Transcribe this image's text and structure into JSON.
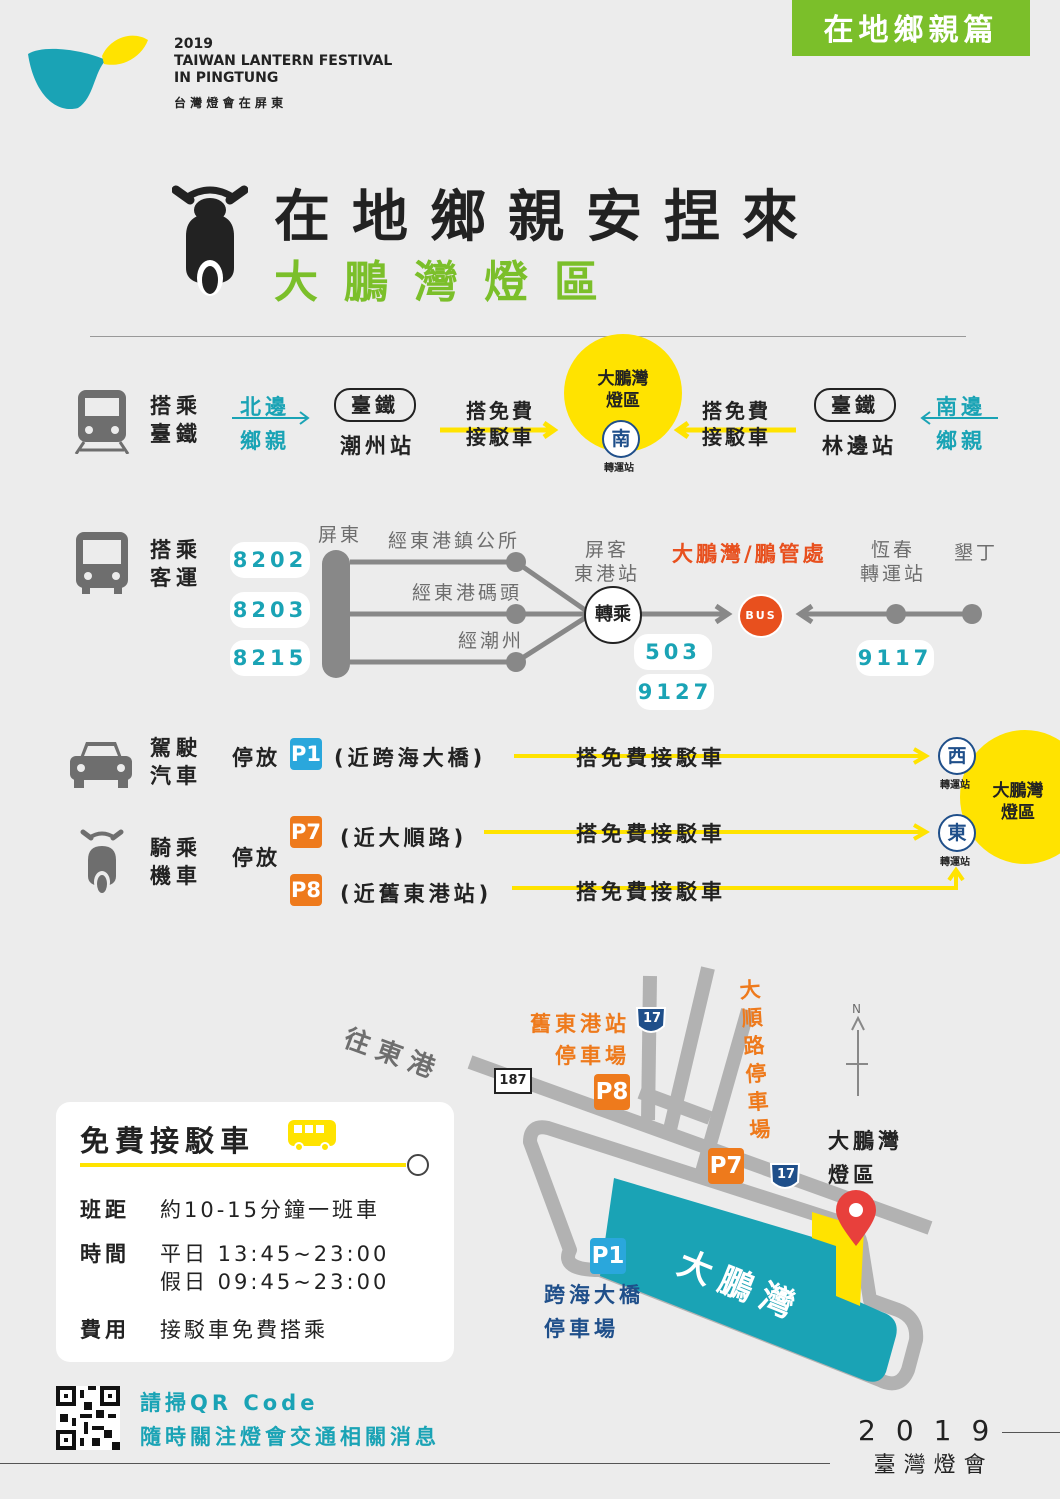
{
  "header": {
    "year": "2019",
    "event_line1": "TAIWAN LANTERN FESTIVAL",
    "event_line2": "IN PINGTUNG",
    "event_zh": "台 灣 燈 會 在 屏 東",
    "corner_tag": "在地鄉親篇"
  },
  "title": {
    "main": "在地鄉親安捏來",
    "sub": "大鵬灣燈區"
  },
  "rail": {
    "label": [
      "搭乘",
      "臺鐵"
    ],
    "north": [
      "北邊",
      "鄉親"
    ],
    "south": [
      "南邊",
      "鄉親"
    ],
    "left_station_brand": "臺鐵",
    "left_station": "潮州站",
    "right_station_brand": "臺鐵",
    "right_station": "林邊站",
    "shuttle_left": [
      "搭免費",
      "接駁車"
    ],
    "shuttle_right": [
      "搭免費",
      "接駁車"
    ],
    "zone": [
      "大鵬灣",
      "燈區"
    ],
    "hub_char": "南",
    "hub_caption": "轉運站"
  },
  "bus": {
    "label": [
      "搭乘",
      "客運"
    ],
    "routes": [
      "8202",
      "8203",
      "8215"
    ],
    "origin": "屏東",
    "via": [
      "經東港鎮公所",
      "經東港碼頭",
      "經潮州"
    ],
    "transfer_station": [
      "屏客",
      "東港站"
    ],
    "transfer": "轉乘",
    "connect_routes": [
      "503",
      "9127"
    ],
    "destination": "大鵬灣/鵬管處",
    "bus_tag": "BUS",
    "south_stop": [
      "恆春",
      "轉運站"
    ],
    "south_end": "墾丁",
    "south_route": "9117"
  },
  "car": {
    "label": [
      "駕駛",
      "汽車"
    ],
    "park": "停放",
    "lot": "P1",
    "lot_note": "(近跨海大橋)",
    "shuttle": "搭免費接駁車",
    "hub_char": "西",
    "hub_caption": "轉運站"
  },
  "scooter": {
    "label": [
      "騎乘",
      "機車"
    ],
    "park": "停放",
    "lot_a": "P7",
    "lot_a_note": "(近大順路)",
    "lot_b": "P8",
    "lot_b_note": "(近舊東港站)",
    "shuttle": "搭免費接駁車",
    "hub_char": "東",
    "hub_caption": "轉運站",
    "zone": [
      "大鵬灣",
      "燈區"
    ]
  },
  "map": {
    "to_donggang": "往東港",
    "road_187": "187",
    "road_17": "17",
    "p8_name": [
      "舊東港站",
      "停車場"
    ],
    "p8": "P8",
    "p7_name": "大順路停車場",
    "p7": "P7",
    "p1": "P1",
    "p1_name": [
      "跨海大橋",
      "停車場"
    ],
    "bay": "大鵬灣",
    "zone": [
      "大鵬灣",
      "燈區"
    ],
    "north": "N"
  },
  "shuttle_info": {
    "title": "免費接駁車",
    "rows": [
      {
        "k": "班距",
        "v": [
          "約10-15分鐘一班車"
        ]
      },
      {
        "k": "時間",
        "v": [
          "平日 13:45~23:00",
          "假日 09:45~23:00"
        ]
      },
      {
        "k": "費用",
        "v": [
          "接駁車免費搭乘"
        ]
      }
    ]
  },
  "footer": {
    "qr_line1": "請掃QR Code",
    "qr_line2": "隨時關注燈會交通相關消息",
    "year": "2019",
    "name": "臺灣燈會"
  },
  "colors": {
    "teal": "#1aa3b5",
    "yellow": "#ffe300",
    "green": "#7bbf2a",
    "orange": "#ee7a1c",
    "blue": "#2aa7dc",
    "navy": "#1f4f8a",
    "red": "#e8501e"
  }
}
